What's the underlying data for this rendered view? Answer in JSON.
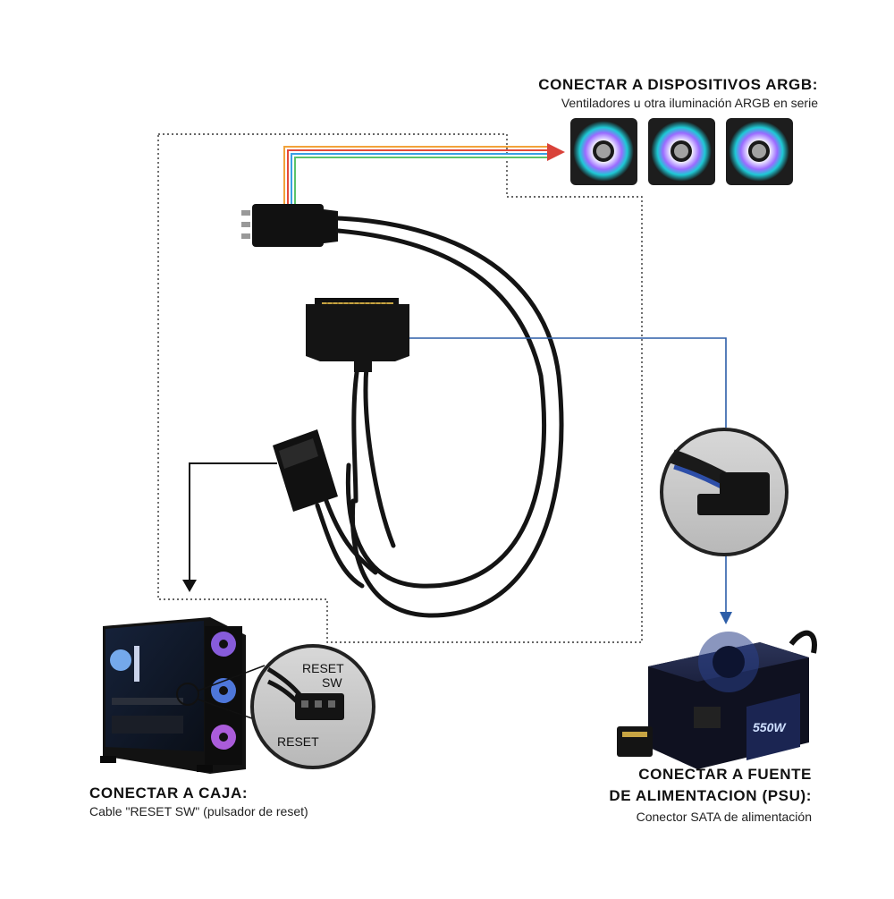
{
  "argb": {
    "title": "CONECTAR A DISPOSITIVOS ARGB:",
    "subtitle": "Ventiladores u otra iluminación ARGB en serie",
    "fan_count": 3
  },
  "caja": {
    "title": "CONECTAR A CAJA:",
    "subtitle": "Cable \"RESET SW\" (pulsador de reset)",
    "zoom_label_top": "RESET\nSW",
    "zoom_label_bottom": "RESET"
  },
  "psu": {
    "title_line1": "CONECTAR A FUENTE",
    "title_line2": "DE ALIMENTACION (PSU):",
    "subtitle": "Conector SATA de alimentación",
    "wattage": "550W"
  },
  "colors": {
    "arrow_red": "#d9423a",
    "arrow_blue": "#2d5ea8",
    "arrow_black": "#111111",
    "dotted": "#333333",
    "cable": "#141414"
  },
  "icons": [
    "argb-fan-icon",
    "sata-connector-icon",
    "reset-switch-connector-icon",
    "argb-header-icon",
    "pc-case-icon",
    "psu-icon"
  ]
}
